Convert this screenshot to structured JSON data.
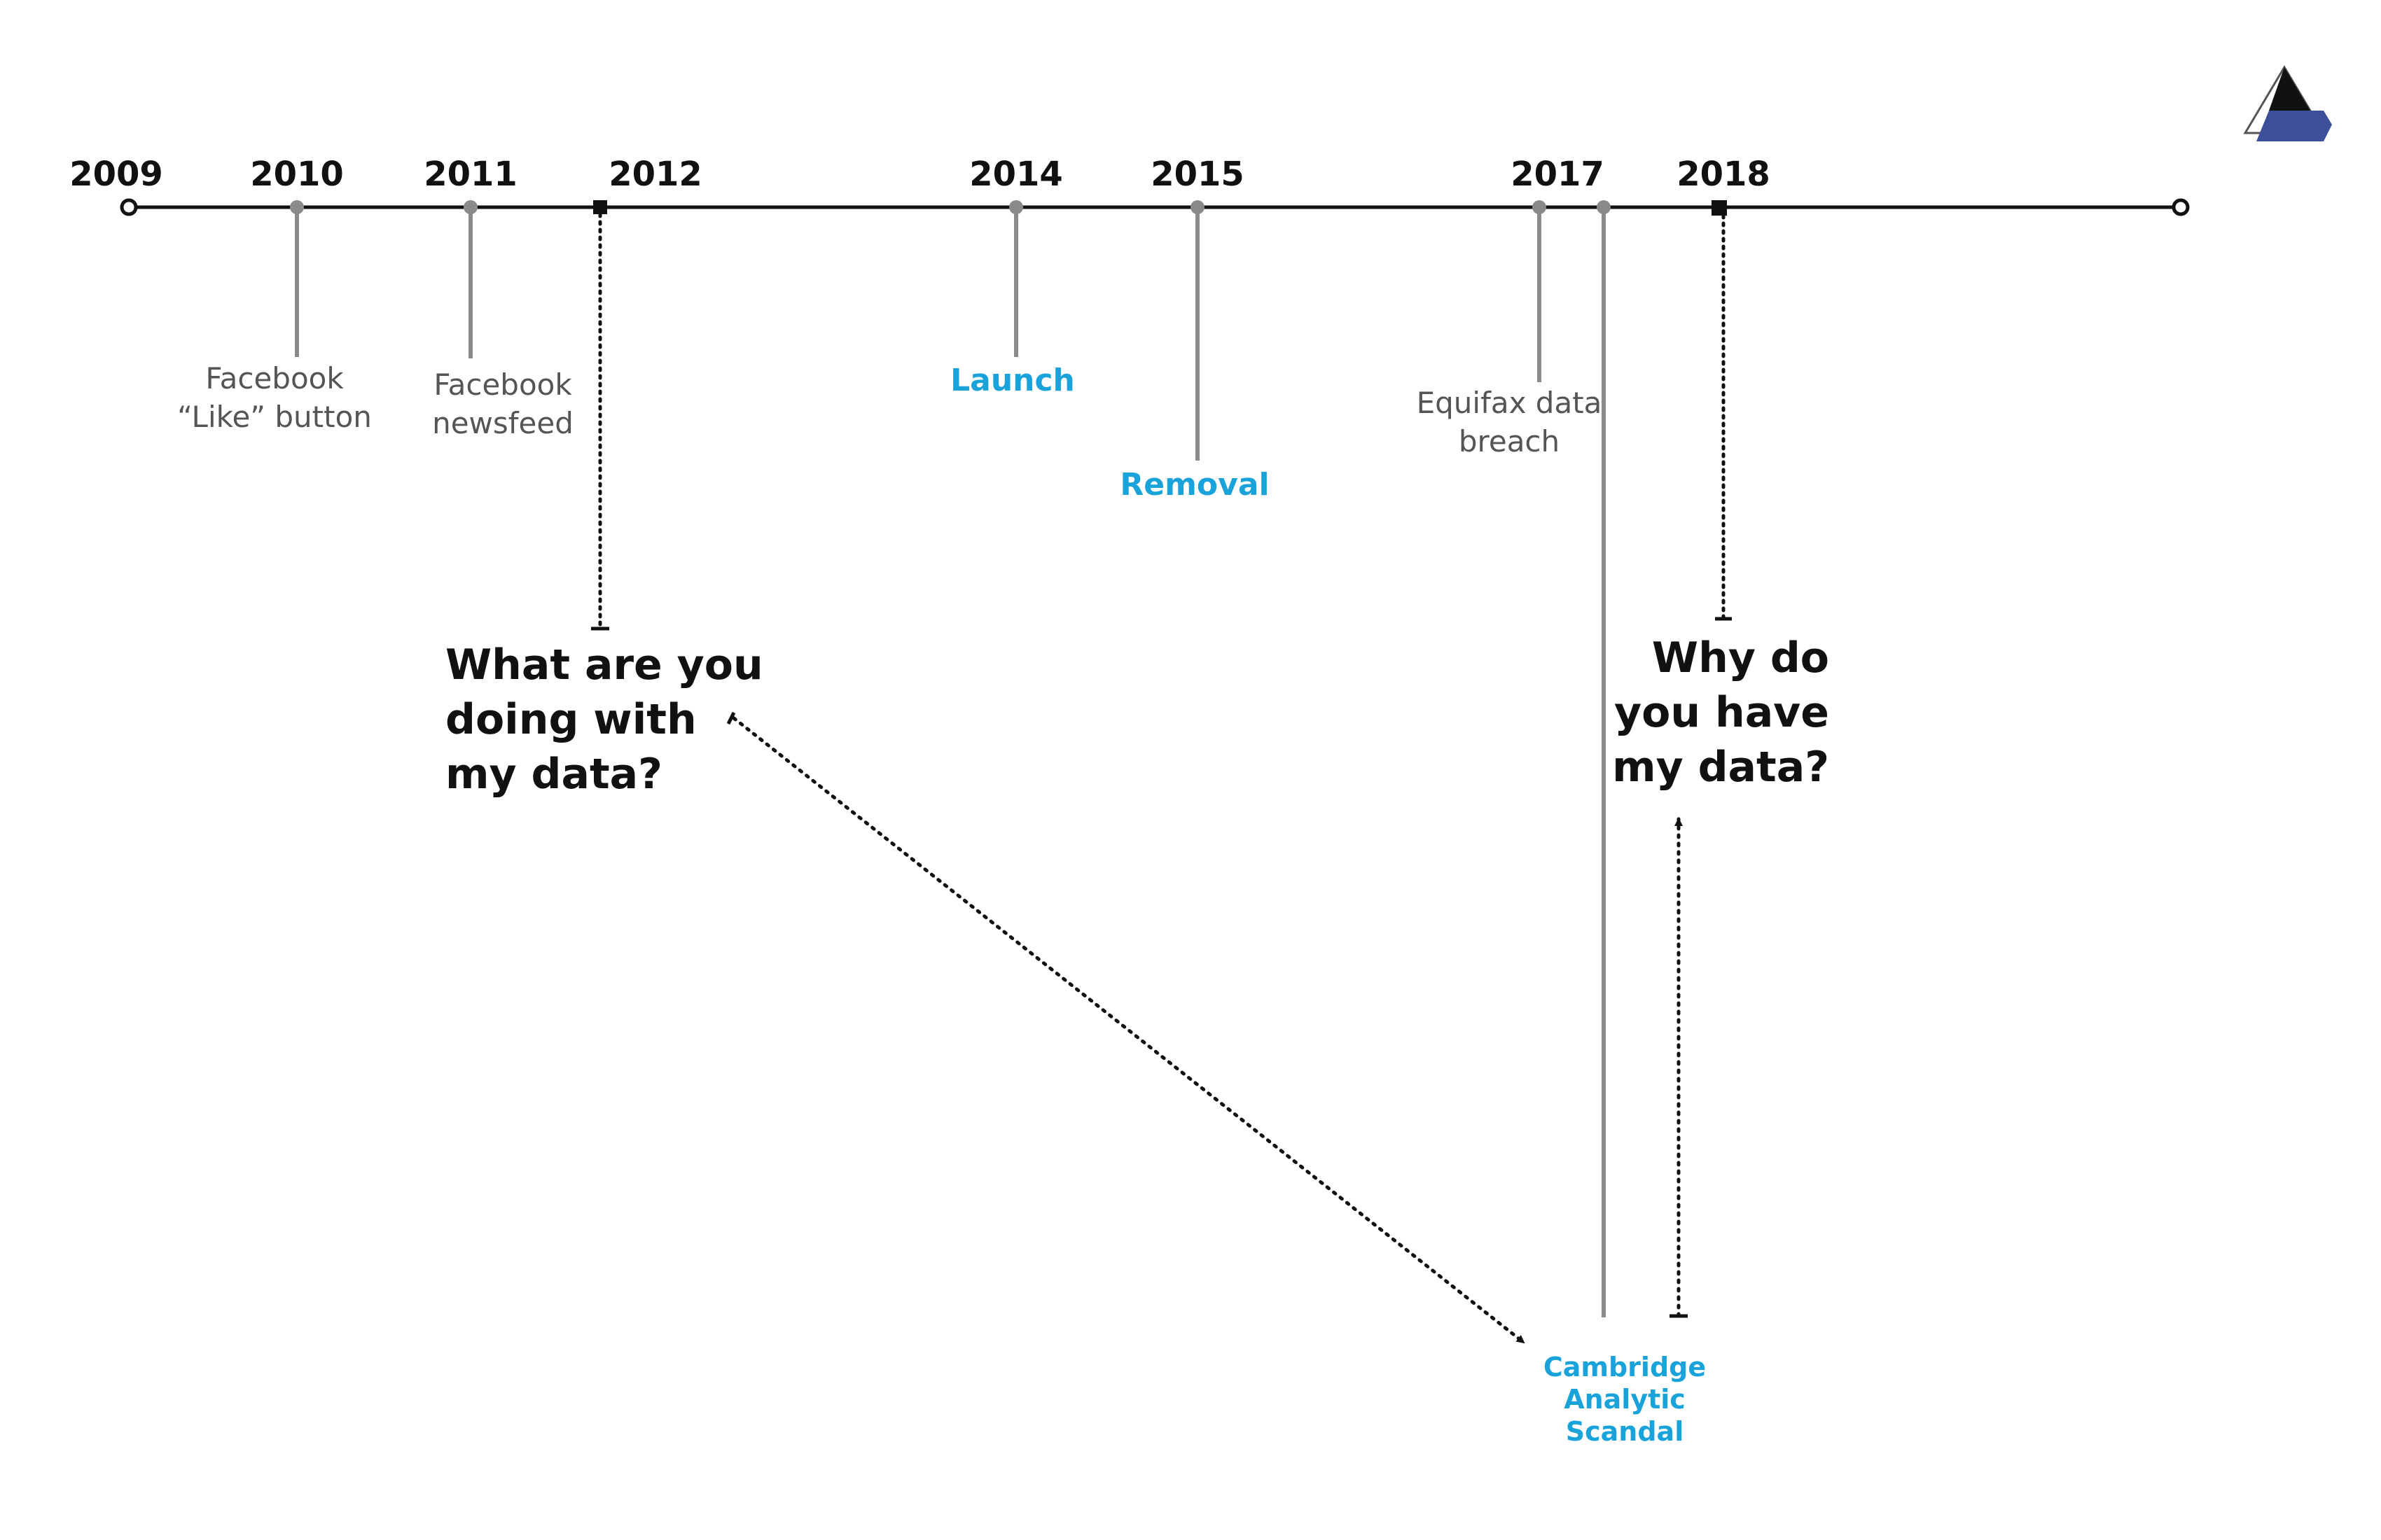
{
  "timeline": {
    "years": [
      "2009",
      "2010",
      "2011",
      "2012",
      "2014",
      "2015",
      "2017",
      "2018"
    ]
  },
  "events": {
    "like_button": [
      "Facebook",
      "“Like” button"
    ],
    "newsfeed": [
      "Facebook",
      "newsfeed"
    ],
    "launch": "Launch",
    "removal": "Removal",
    "equifax": [
      "Equifax data",
      "breach"
    ],
    "cambridge": [
      "Cambridge",
      "Analytic",
      "Scandal"
    ]
  },
  "questions": {
    "what": [
      "What are you",
      "doing with",
      "my data?"
    ],
    "why": [
      "Why do",
      "you have",
      "my data?"
    ]
  },
  "logo": {
    "icon": "triangle-logo-icon",
    "color": "#3c4f9a"
  },
  "colors": {
    "axis": "#111111",
    "connector": "#8a8a8a",
    "accent": "#1aa3db",
    "event_text": "#555555"
  }
}
